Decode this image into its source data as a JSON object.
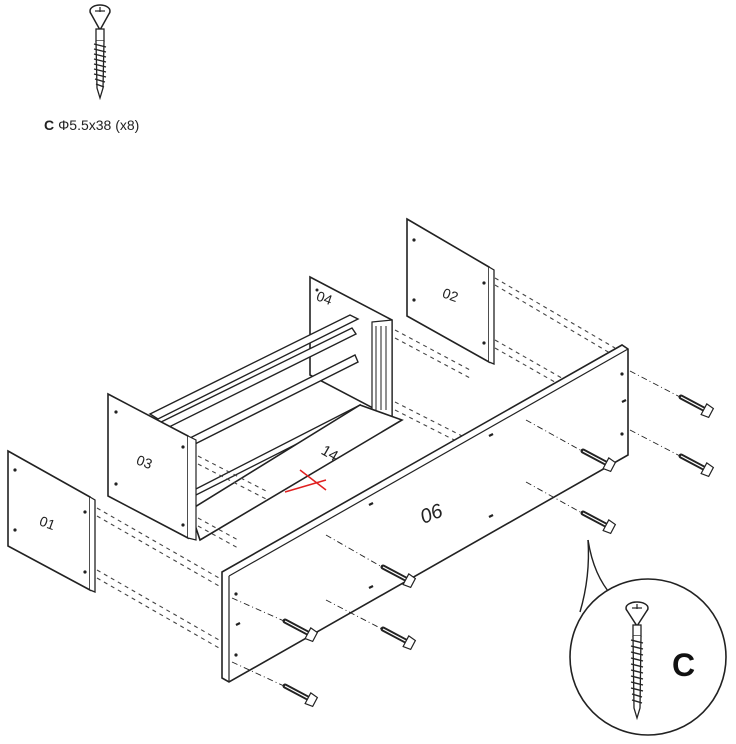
{
  "hardware": {
    "code": "C",
    "spec": "Φ5.5x38 (x8)",
    "callout_label": "C"
  },
  "panels": {
    "p01": "01",
    "p02": "02",
    "p03": "03",
    "p04": "04",
    "p06": "06",
    "p14": "14"
  },
  "colors": {
    "line": "#222222",
    "dash": "#444444",
    "arrow": "#e02020"
  }
}
